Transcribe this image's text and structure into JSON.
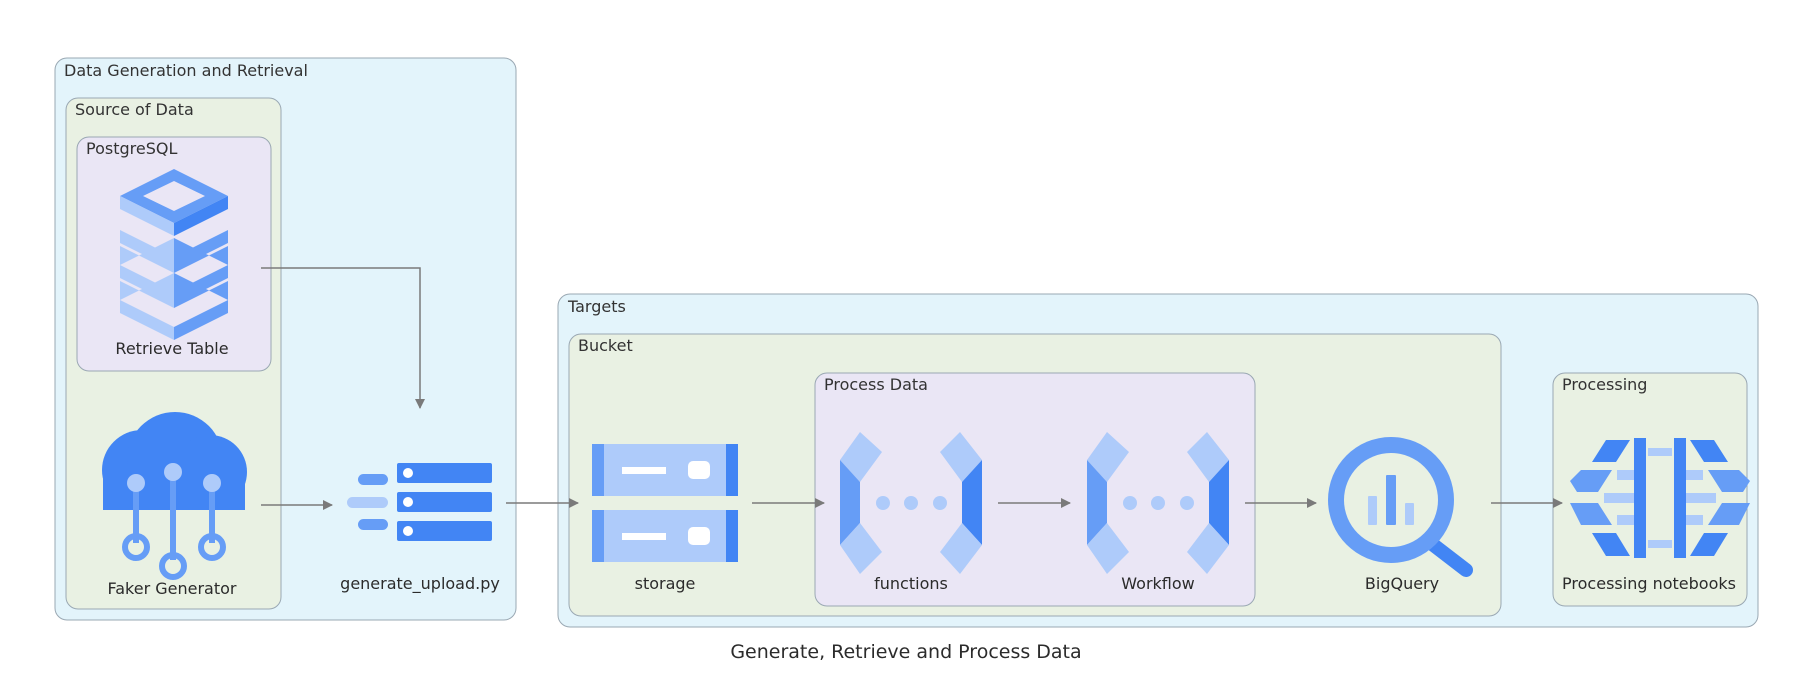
{
  "title": "Generate, Retrieve and Process Data",
  "clusters": {
    "data_gen": "Data Generation and  Retrieval",
    "source": "Source of Data",
    "postgres": "PostgreSQL",
    "targets": "Targets",
    "bucket": "Bucket",
    "process_data": "Process Data",
    "processing": "Processing"
  },
  "nodes": {
    "retrieve_table": {
      "label": "Retrieve Table",
      "icon": "cloud-sql-icon"
    },
    "faker_generator": {
      "label": "Faker Generator",
      "icon": "iot-core-icon"
    },
    "generate_upload": {
      "label": "generate_upload.py",
      "icon": "server-list-icon"
    },
    "storage": {
      "label": "storage",
      "icon": "cloud-storage-icon"
    },
    "functions": {
      "label": "functions",
      "icon": "cloud-functions-icon"
    },
    "workflow": {
      "label": "Workflow",
      "icon": "workflows-icon"
    },
    "bigquery": {
      "label": "BigQuery",
      "icon": "bigquery-icon"
    },
    "notebooks": {
      "label": "Processing notebooks",
      "icon": "ai-platform-icon"
    }
  },
  "colors": {
    "outer_cluster": "#e3f4fb",
    "middle_cluster": "#e9f1e3",
    "inner_cluster": "#eae6f5",
    "icon_dark": "#4285f4",
    "icon_mid": "#669df6",
    "icon_light": "#aecbfa",
    "edge": "#7a7a7a"
  }
}
